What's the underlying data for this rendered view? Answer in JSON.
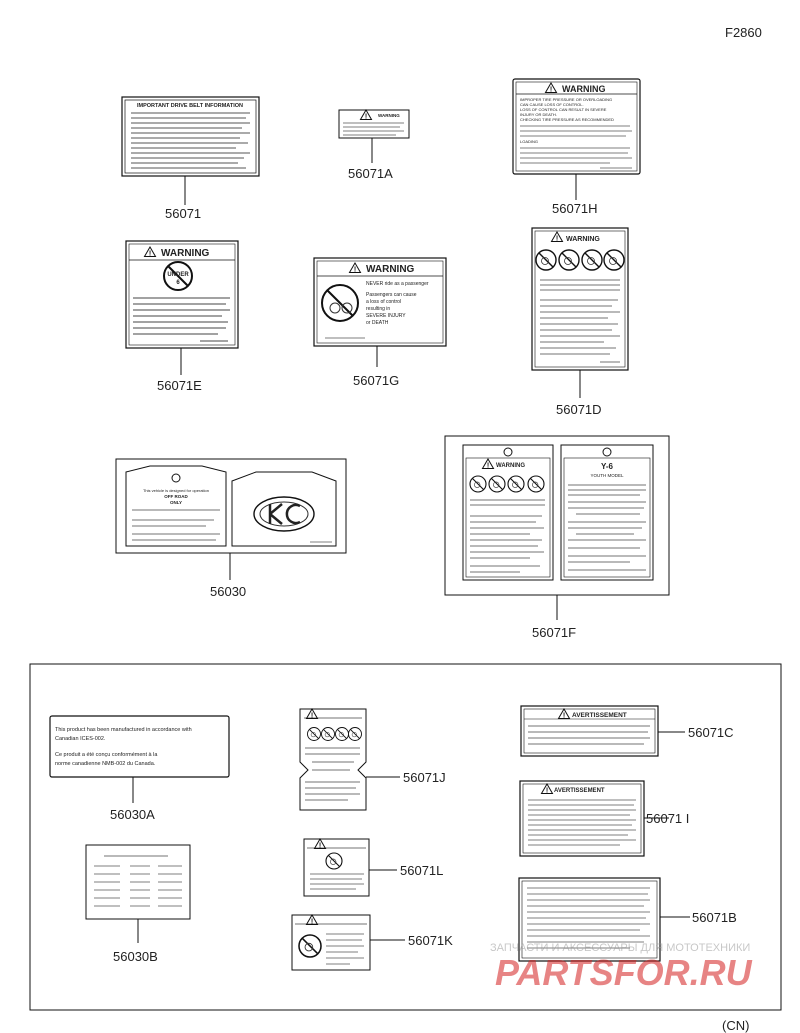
{
  "figure_code": "F2860",
  "region_code": "(CN)",
  "watermark": {
    "line1": "ЗАПЧАСТИ И АКСЕССУАРЫ ДЛЯ МОТОТЕХНИКИ",
    "logo_text": "PARTSFOR.RU"
  },
  "parts": {
    "p56071": "56071",
    "p56071A": "56071A",
    "p56071H": "56071H",
    "p56071E": "56071E",
    "p56071G": "56071G",
    "p56071D": "56071D",
    "p56030": "56030",
    "p56071F": "56071F",
    "p56030A": "56030A",
    "p56071J": "56071J",
    "p56071C": "56071C",
    "p56071I": "56071 I",
    "p56071L": "56071L",
    "p56030B": "56030B",
    "p56071K": "56071K",
    "p56071B": "56071B"
  },
  "label_texts": {
    "drive_belt_title": "IMPORTANT DRIVE BELT INFORMATION",
    "warning": "WARNING",
    "under": "UNDER",
    "under_num": "6",
    "warning_g_line1": "NEVER ride as a passenger",
    "warning_g_line2": "Passengers can cause",
    "warning_g_line3": "a loss of control",
    "warning_g_line4": "resulting in",
    "warning_g_line5": "SEVERE INJURY",
    "warning_g_line6": "or DEATH",
    "warning_h_line1": "IMPROPER TIRE PRESSURE OR OVERLOADING",
    "warning_h_line2": "CAN CAUSE LOSS OF CONTROL.",
    "warning_h_line3": "LOSS OF CONTROL CAN RESULT IN SEVERE",
    "warning_h_line4": "INJURY OR DEATH.",
    "warning_h_line5": "CHECKING TIRE PRESSURE AS RECOMMENDED",
    "warning_h_line6": "LOADING",
    "youth_title": "Y-6",
    "youth_model": "YOUTH MODEL",
    "avertissement": "AVERTISSEMENT",
    "c56030a_line1": "This product has been manufactured in accordance with",
    "c56030a_line2": "Canadian ICES-002.",
    "c56030a_line3": "Ce produit a été conçu conformément à la",
    "c56030a_line4": "norme canadienne NMB-002 du Canada.",
    "tag_line1": "This vehicle is designed for operation",
    "tag_line2": "OFF ROAD",
    "tag_line3": "ONLY"
  }
}
